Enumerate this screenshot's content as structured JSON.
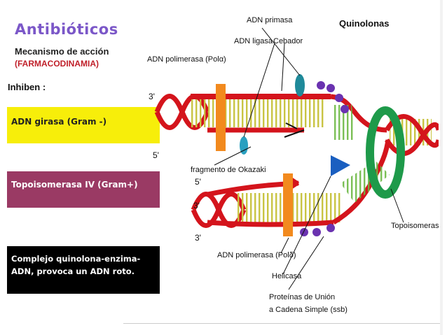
{
  "title": "Antibióticos",
  "subtitle": "Mecanismo de acción",
  "subtitle2": "(FARMACODINAMIA)",
  "top_right_label": "Quinolonas",
  "inhiben_label": "Inhiben :",
  "boxes": [
    {
      "text": "ADN girasa (Gram -)",
      "color": "#f7ee0a"
    },
    {
      "text": "Topoisomerasa IV (Gram+)",
      "color": "#9a3a64"
    },
    {
      "text": "Complejo quinolona-enzima-ADN, provoca un ADN roto.",
      "color": "#000000"
    }
  ],
  "diagram_labels": {
    "adn_primasa": "ADN primasa",
    "adn_ligasa": "ADN ligasa",
    "cebador": "Cebador",
    "adn_polimerasa_top": "ADN polimerasa (Polα)",
    "fragmento": "fragmento de Okazaki",
    "topoisomerasa": "Topoisomerasa",
    "adn_polimerasa_bottom": "ADN polimerasa (Polδ)",
    "helicasa": "Helicasa",
    "proteinas_1": "Proteínas de Unión",
    "proteinas_2": "a Cadena Simple (ssb)",
    "end3_top": "3'",
    "end5_top": "5'",
    "end5_mid": "5'",
    "end3_mid": "3'",
    "end3_bot": "3'"
  },
  "colors": {
    "strand_red": "#d4141c",
    "rung_yellow": "#c9c443",
    "rung_green": "#6cb843",
    "polymerase_orange": "#f28a1e",
    "topoisomerase_green": "#1e9a4a",
    "helicase_blue": "#1a5fc0",
    "ssb_purple": "#6a32b0",
    "primase_teal": "#1f8a9a"
  }
}
